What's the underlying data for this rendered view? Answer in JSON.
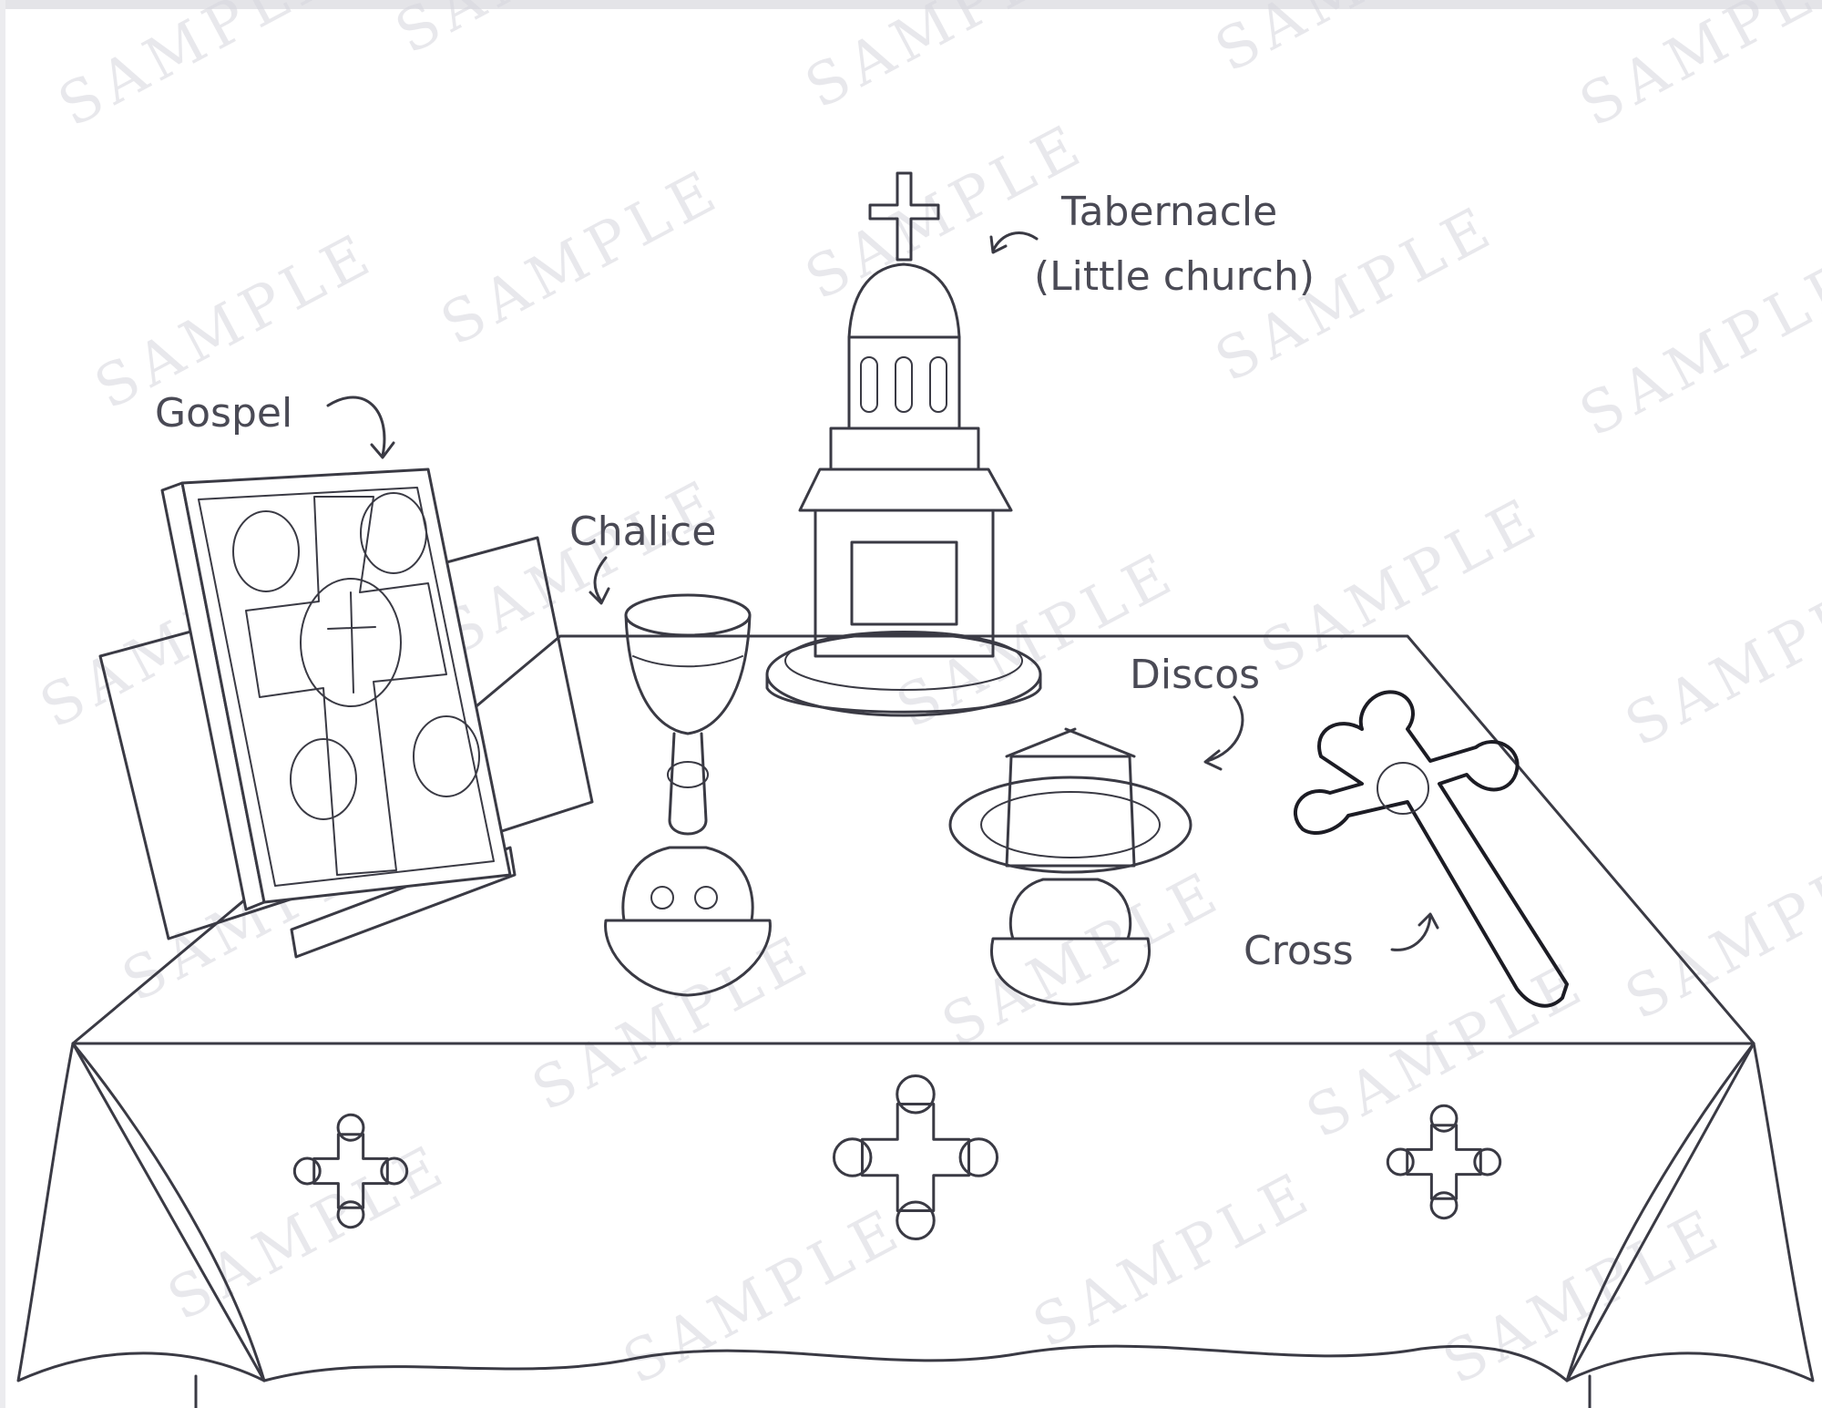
{
  "labels": {
    "gospel": "Gospel",
    "chalice": "Chalice",
    "tabernacle_line1": "Tabernacle",
    "tabernacle_line2": "(Little church)",
    "discos": "Discos",
    "cross": "Cross"
  },
  "watermark": "SAMPLE",
  "colors": {
    "ink": "#3a3a44",
    "label": "#4a4a55",
    "watermark": "#d6d6dc",
    "background": "#ffffff"
  }
}
